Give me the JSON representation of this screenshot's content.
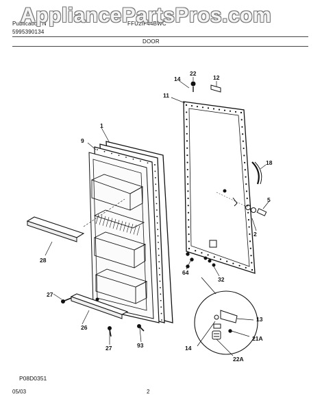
{
  "watermark": "AppliancePartsPros.com",
  "header": {
    "publication_label": "Publication N",
    "publication_number": "5995390134",
    "model": "FFU2IF44BWC",
    "section": "DOOR"
  },
  "callouts": {
    "c1": "1",
    "c9": "9",
    "c14a": "14",
    "c22": "22",
    "c12": "12",
    "c11": "11",
    "c18": "18",
    "c5": "5",
    "c2": "2",
    "c28": "28",
    "c64": "64",
    "c32": "32",
    "c27a": "27",
    "c26": "26",
    "c27b": "27",
    "c93": "93",
    "c13": "13",
    "c21a": "21A",
    "c14b": "14",
    "c22a": "22A"
  },
  "diagram_code": "P08D0351",
  "footer": {
    "date": "05/03",
    "page": "2"
  }
}
